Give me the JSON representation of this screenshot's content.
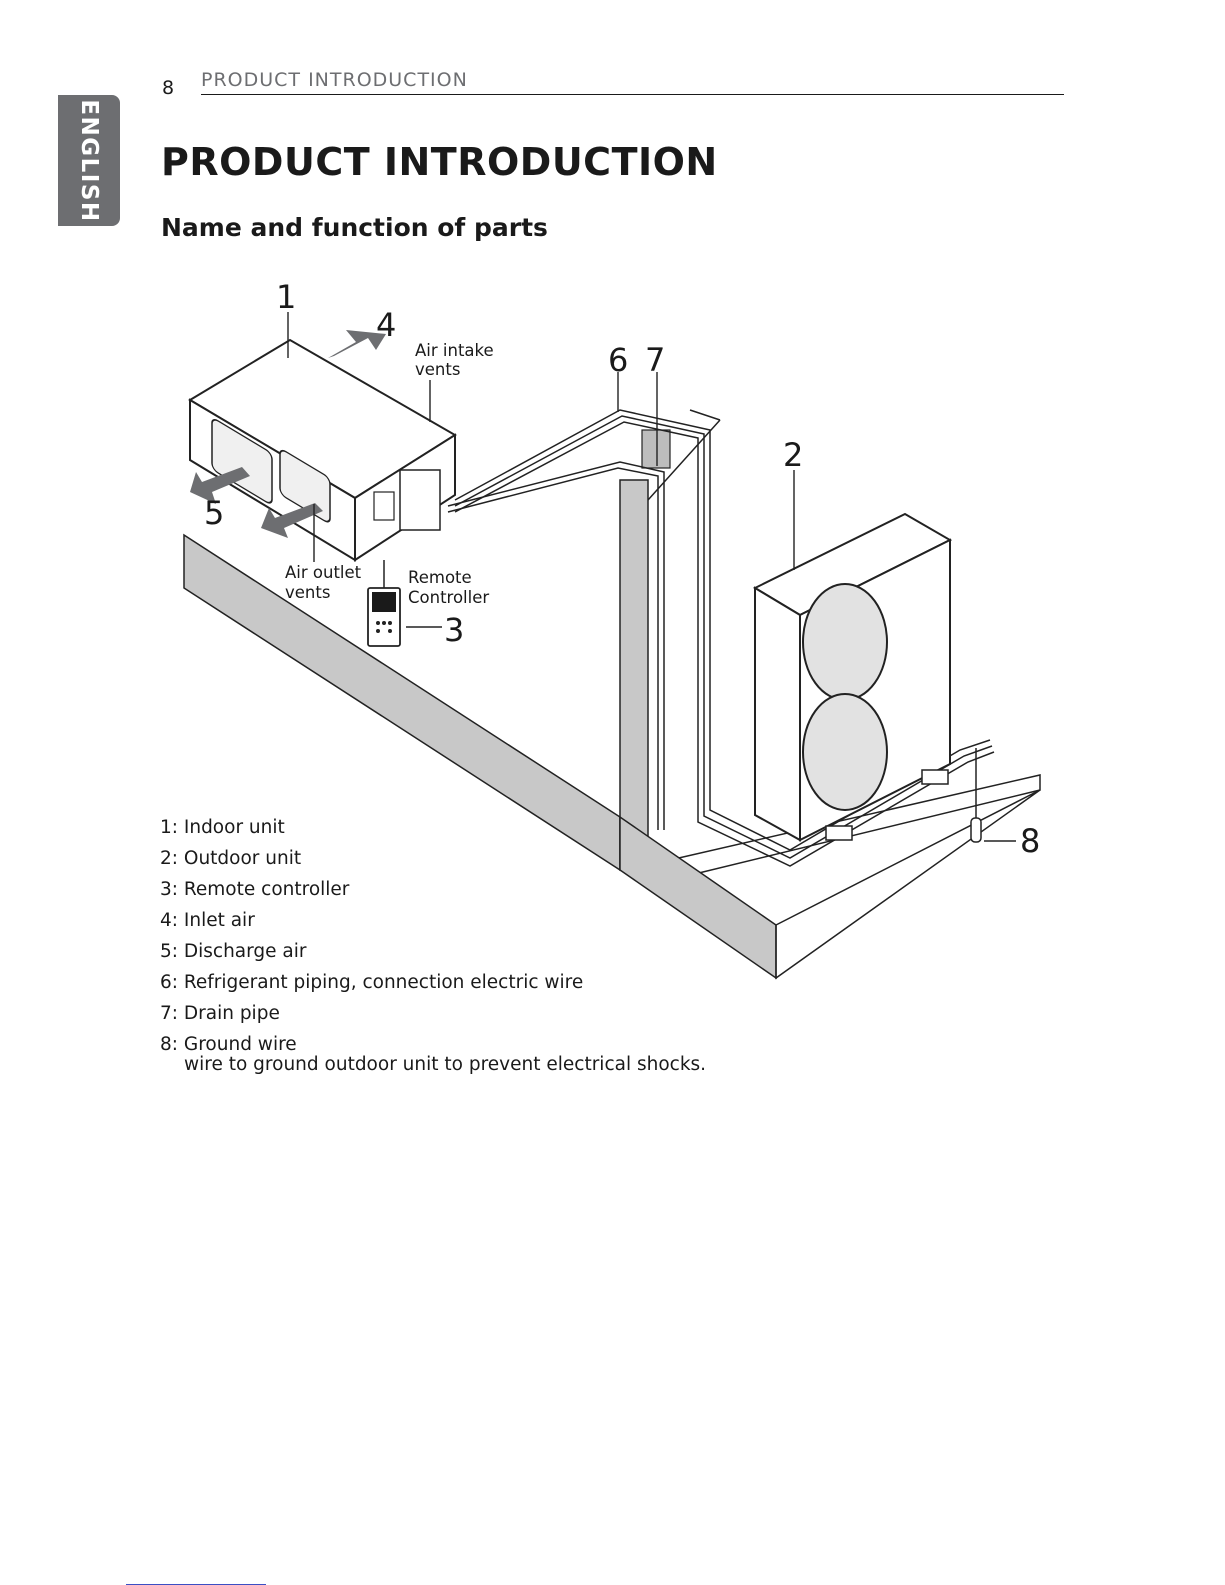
{
  "side_tab": {
    "label": "ENGLISH"
  },
  "header": {
    "page_number": "8",
    "running_title": "PRODUCT INTRODUCTION"
  },
  "title": "PRODUCT INTRODUCTION",
  "section_title": "Name and function of parts",
  "diagram": {
    "callouts": [
      "1",
      "2",
      "3",
      "4",
      "5",
      "6",
      "7",
      "8"
    ],
    "captions": {
      "air_intake_line1": "Air intake",
      "air_intake_line2": "vents",
      "air_outlet_line1": "Air outlet",
      "air_outlet_line2": "vents",
      "remote_line1": "Remote",
      "remote_line2": "Controller"
    }
  },
  "parts": [
    {
      "label": "1: Indoor unit"
    },
    {
      "label": "2: Outdoor unit"
    },
    {
      "label": "3: Remote controller"
    },
    {
      "label": "4: Inlet air"
    },
    {
      "label": "5: Discharge air"
    },
    {
      "label": "6: Refrigerant piping, connection electric wire"
    },
    {
      "label": "7: Drain pipe"
    },
    {
      "label": "8: Ground wire",
      "note": "wire to ground outdoor unit to prevent electrical shocks."
    }
  ]
}
